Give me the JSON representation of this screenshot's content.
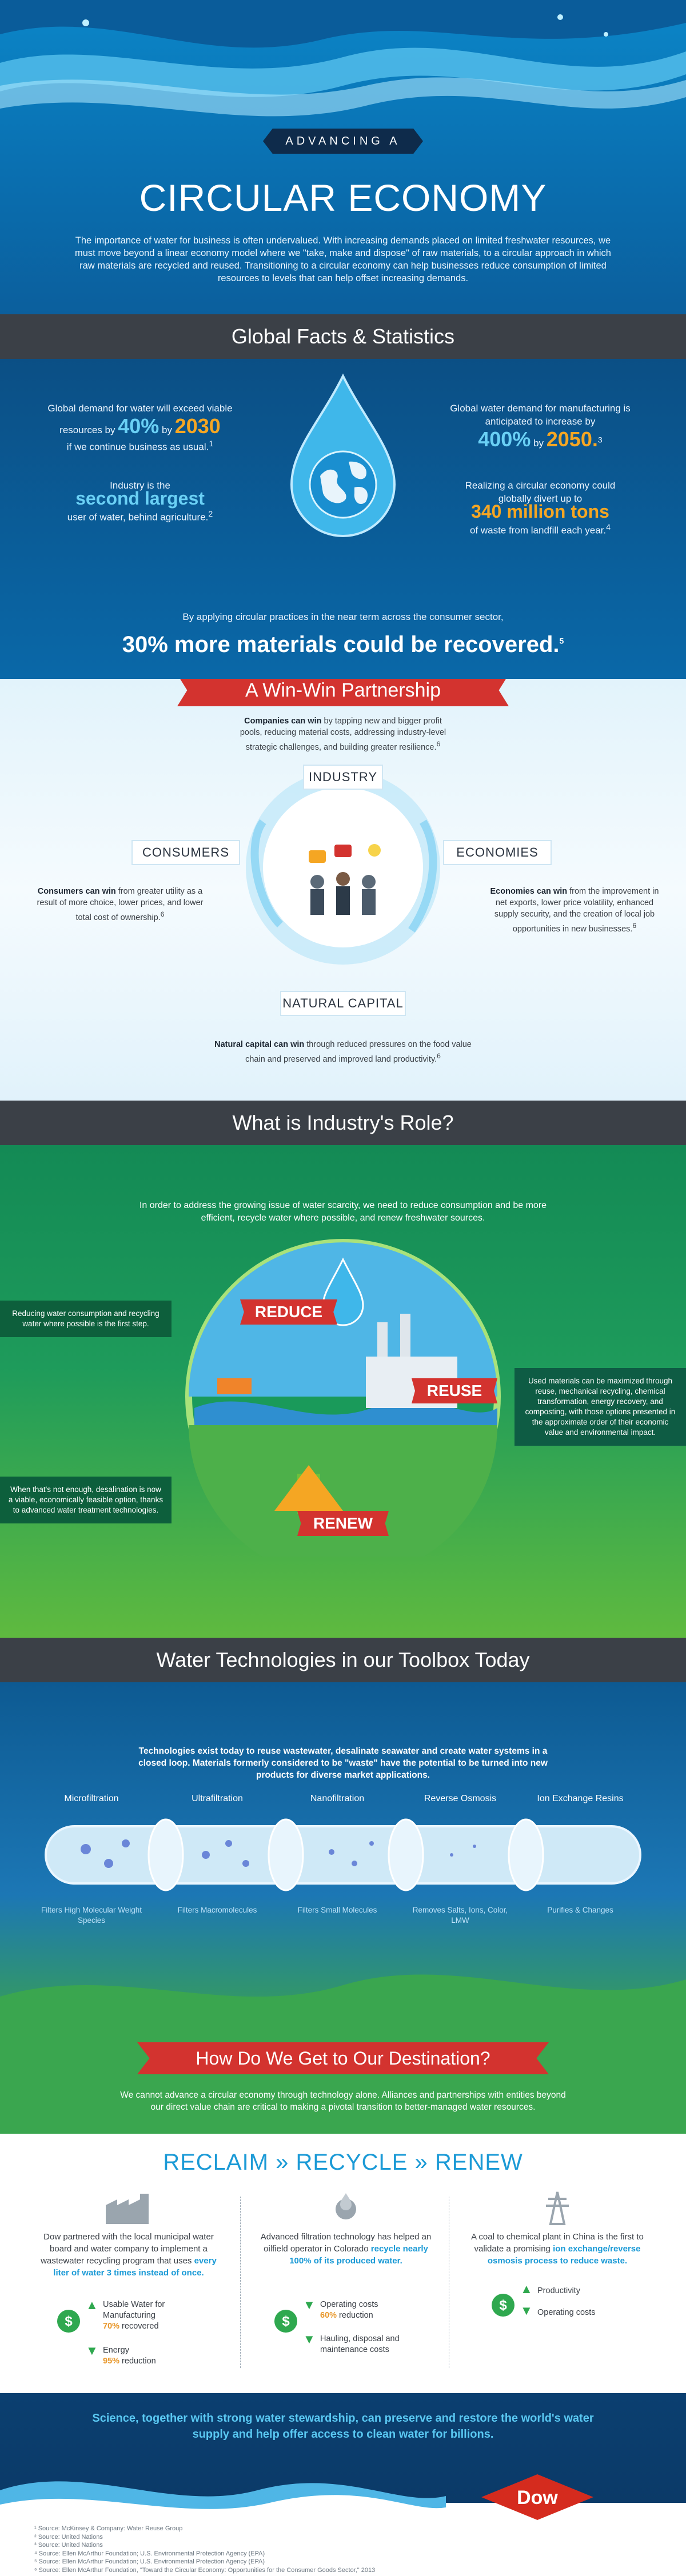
{
  "header": {
    "kicker": "ADVANCING A",
    "title": "CIRCULAR ECONOMY",
    "intro": "The importance of water for business is often undervalued. With increasing demands placed on limited freshwater resources, we must move beyond a linear economy model where we \"take, make and dispose\" of raw materials, to a circular approach in which raw materials are recycled and reused. Transitioning to a circular economy can help businesses reduce consumption of limited resources to levels that can help offset increasing demands."
  },
  "facts": {
    "heading": "Global Facts & Statistics",
    "f1_a": "Global demand for water will exceed viable resources by",
    "f1_pct": "40%",
    "f1_by": "by",
    "f1_year": "2030",
    "f1_b": "if we continue business as usual.",
    "f1_sup": "1",
    "f2_a": "Industry is the",
    "f2_big": "second largest",
    "f2_b": "user of water, behind agriculture.",
    "f2_sup": "2",
    "f3_a": "Global water demand for manufacturing is anticipated to increase by",
    "f3_pct": "400%",
    "f3_by": "by",
    "f3_year": "2050.",
    "f3_sup": "3",
    "f4_a": "Realizing a circular economy could globally divert up to",
    "f4_big": "340 million tons",
    "f4_b": "of waste from landfill each year.",
    "f4_sup": "4",
    "lead": "By applying circular practices in the near term across the consumer sector,",
    "recover": "30% more materials could be recovered.",
    "recover_sup": "5"
  },
  "win": {
    "heading": "A Win-Win Partnership",
    "companies_bold": "Companies can win",
    "companies_text": " by tapping new and bigger profit pools, reducing material costs, addressing industry-level strategic challenges, and building greater resilience.",
    "companies_sup": "6",
    "industry": "INDUSTRY",
    "consumers": "CONSUMERS",
    "economies": "ECONOMIES",
    "natural": "NATURAL CAPITAL",
    "consumers_bold": "Consumers can win",
    "consumers_text": " from greater utility as a result of more choice, lower prices, and lower total cost of ownership.",
    "consumers_sup": "6",
    "economies_bold": "Economies can win",
    "economies_text": " from the improvement in net exports, lower price volatility, enhanced supply security, and the creation of local job opportunities in new businesses.",
    "economies_sup": "6",
    "natural_bold": "Natural capital can win",
    "natural_text": " through reduced pressures on the food value chain and preserved and improved land productivity.",
    "natural_sup": "6"
  },
  "role": {
    "heading": "What is Industry's Role?",
    "lead": "In order to address the growing issue of water scarcity, we need to reduce consumption and be more efficient, recycle water where possible, and renew freshwater sources.",
    "reduce": "REDUCE",
    "reuse": "REUSE",
    "renew": "RENEW",
    "reduce_note": "Reducing water consumption and recycling water where possible is the first step.",
    "reuse_note": "Used materials can be maximized through reuse, mechanical recycling, chemical transformation, energy recovery, and composting, with those options presented in the approximate order of their economic value and environmental impact.",
    "renew_note": "When that's not enough, desalination is now a viable, economically feasible option, thanks to advanced water treatment technologies."
  },
  "tool": {
    "heading": "Water Technologies in our Toolbox Today",
    "lead": "Technologies exist today to reuse wastewater, desalinate seawater and create water systems in a closed loop. Materials formerly considered to be \"waste\" have the potential to be turned into new products for diverse market applications.",
    "techs": [
      {
        "name": "Microfiltration",
        "sub": "Filters High Molecular Weight Species"
      },
      {
        "name": "Ultrafiltration",
        "sub": "Filters Macromolecules"
      },
      {
        "name": "Nanofiltration",
        "sub": "Filters Small Molecules"
      },
      {
        "name": "Reverse Osmosis",
        "sub": "Removes Salts, Ions, Color, LMW"
      },
      {
        "name": "Ion Exchange Resins",
        "sub": "Purifies & Changes"
      }
    ]
  },
  "dest": {
    "heading": "How Do We Get to Our Destination?",
    "lead": "We cannot advance a circular economy through technology alone. Alliances and partnerships with entities beyond our direct value chain are critical to making a pivotal transition to better-managed water resources."
  },
  "reclaim": {
    "heading": "RECLAIM » RECYCLE » RENEW",
    "c1_a": "Dow partnered with the local municipal water board and water company to implement a wastewater recycling program that uses ",
    "c1_b": "every liter of water 3 times instead of once.",
    "c1_s1_a": "Usable Water for Manufacturing",
    "c1_s1_b": "70%",
    "c1_s1_c": " recovered",
    "c1_s2_a": "Energy",
    "c1_s2_b": "95%",
    "c1_s2_c": " reduction",
    "c2_a": "Advanced filtration technology has helped an oilfield operator in Colorado ",
    "c2_b": "recycle nearly 100% of its produced water.",
    "c2_s1_a": "Operating costs",
    "c2_s1_b": "60%",
    "c2_s1_c": " reduction",
    "c2_s2_a": "Hauling, disposal and maintenance costs",
    "c3_a": "A coal to chemical plant in China is the first to validate a promising ",
    "c3_b": "ion exchange/reverse osmosis process to reduce waste.",
    "c3_s1": "Productivity",
    "c3_s2": "Operating costs"
  },
  "footer": {
    "message": "Science, together with strong water stewardship, can preserve and restore the world's water supply and help offer access to clean water for billions.",
    "sources": [
      "¹ Source: McKinsey & Company: Water Reuse Group",
      "² Source: United Nations",
      "³ Source: United Nations",
      "⁴ Source: Ellen McArthur Foundation; U.S. Environmental Protection Agency (EPA)",
      "⁵ Source: Ellen McArthur Foundation; U.S. Environmental Protection Agency (EPA)",
      "⁶ Source: Ellen McArthur Foundation, \"Toward the Circular Economy: Opportunities for the Consumer Goods Sector,\" 2013"
    ],
    "logo": "Dow"
  },
  "colors": {
    "accent_blue": "#1b9ad6",
    "orange": "#f5a623",
    "red": "#d3332f",
    "dark_bar": "#3b4047",
    "dow_red": "#d52b1e"
  }
}
